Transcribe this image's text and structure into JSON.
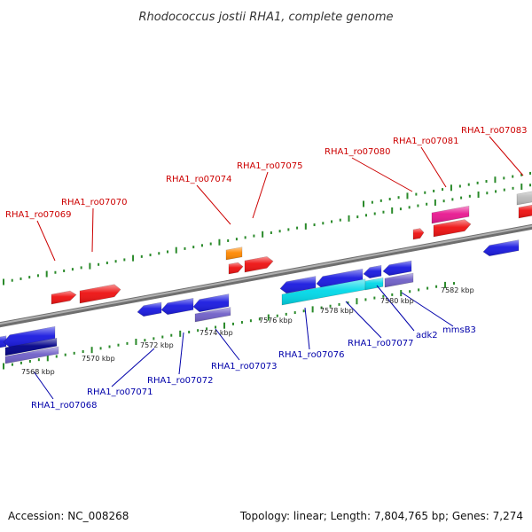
{
  "title": "Rhodococcus jostii RHA1, complete genome",
  "footer": {
    "accession": "Accession: NC_008268",
    "summary": "Topology: linear; Length: 7,804,765 bp; Genes: 7,274"
  },
  "colors": {
    "backbone": "#8a8a8a",
    "tick": "#2a8a2a",
    "top_label": "#cc0000",
    "bottom_label": "#0000aa",
    "red": "#ee1111",
    "blue": "#1a1ae0",
    "navy": "#000088",
    "cyan": "#00d8e8",
    "lavender": "#7060c8",
    "magenta": "#e81890",
    "orange": "#ff8800",
    "gray": "#bbbbbb"
  },
  "kbp_labels": [
    "7568 kbp",
    "7570 kbp",
    "7572 kbp",
    "7574 kbp",
    "7576 kbp",
    "7578 kbp",
    "7580 kbp",
    "7582 kbp"
  ],
  "top_genes": [
    "RHA1_ro07069",
    "RHA1_ro07070",
    "RHA1_ro07074",
    "RHA1_ro07075",
    "RHA1_ro07080",
    "RHA1_ro07081",
    "RHA1_ro07083"
  ],
  "bottom_genes": [
    "RHA1_ro07068",
    "RHA1_ro07071",
    "RHA1_ro07072",
    "RHA1_ro07073",
    "RHA1_ro07076",
    "RHA1_ro07077",
    "adk2",
    "mmsB3"
  ]
}
